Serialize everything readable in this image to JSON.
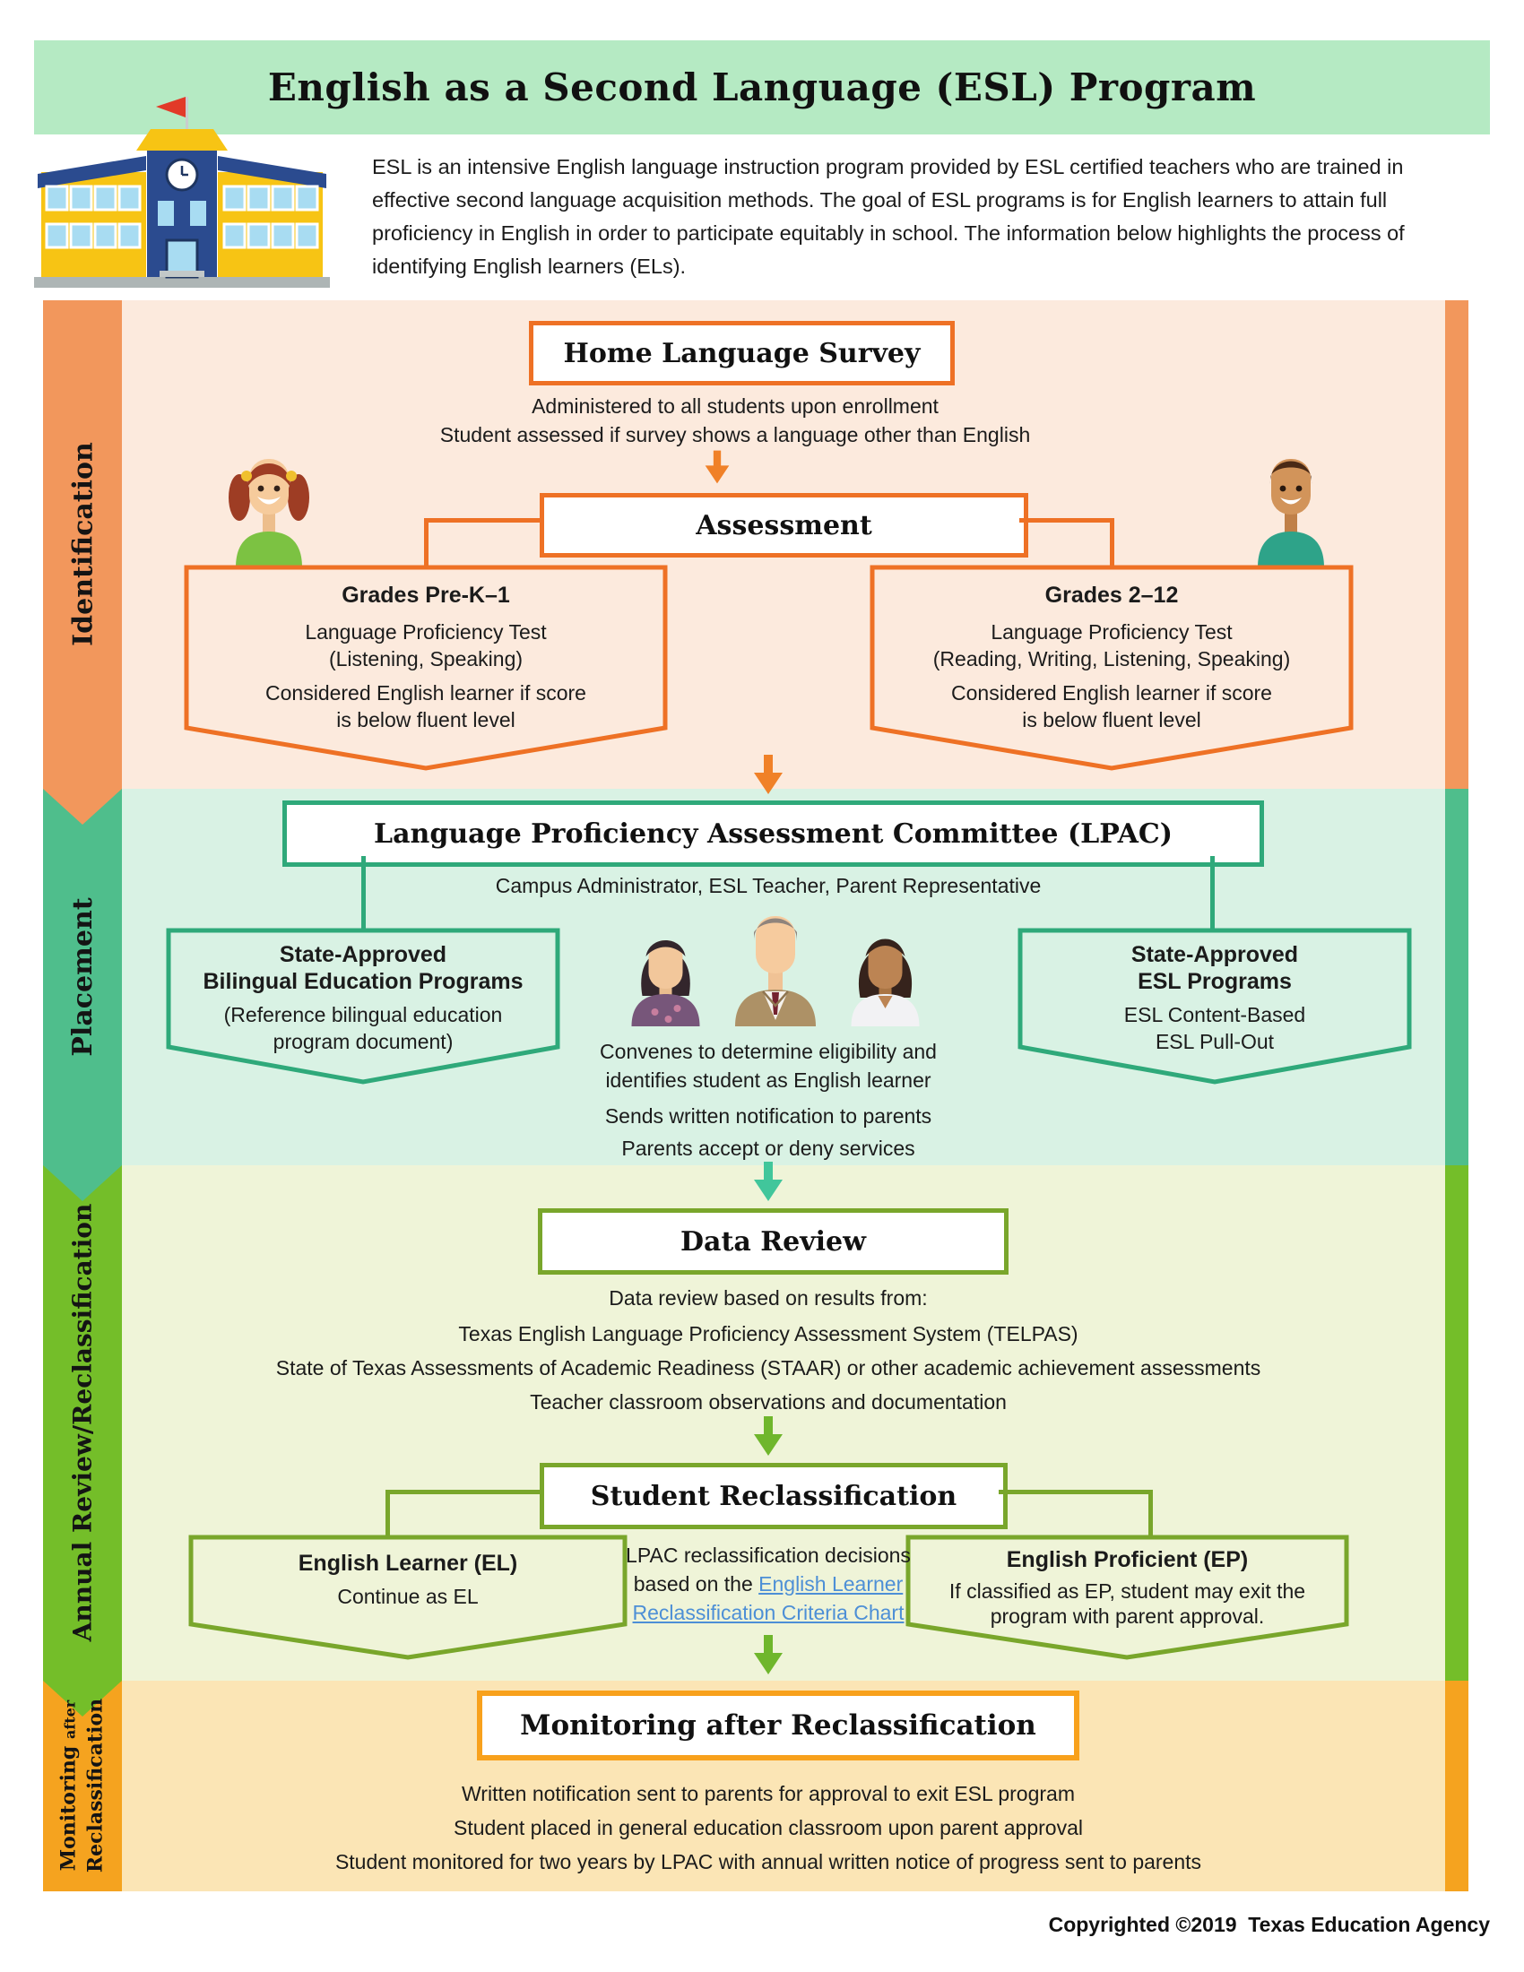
{
  "colors": {
    "header_bg": "#B5EAC3",
    "identification_accent": "#EE7125",
    "identification_sidebar": "#F2975C",
    "identification_bg": "#FCEADD",
    "placement_accent": "#2FA97A",
    "placement_sidebar": "#4FBE8C",
    "placement_bg": "#D9F2E4",
    "annual_accent": "#79A62B",
    "annual_sidebar": "#74BE29",
    "annual_bg": "#EFF4D8",
    "monitoring_accent": "#F8A11C",
    "monitoring_sidebar": "#F5A31F",
    "monitoring_bg": "#FBE5B5",
    "teal_arrow": "#41C69B",
    "link_blue": "#4D8FD6"
  },
  "header": {
    "title": "English as a Second Language (ESL) Program"
  },
  "intro": {
    "text": "ESL is an intensive English language instruction program provided by ESL certified teachers who are trained in effective second language acquisition methods. The goal of ESL programs is for English learners to attain full proficiency in English in order to participate equitably in school. The information below highlights the process of identifying English learners (ELs)."
  },
  "identification": {
    "sidebar_label": "Identification",
    "hls_title": "Home Language Survey",
    "hls_line1": "Administered to all students upon enrollment",
    "hls_line2": "Student assessed if survey shows a language other than English",
    "assessment_title": "Assessment",
    "left": {
      "grade": "Grades Pre-K–1",
      "test": "Language Proficiency Test",
      "skills": "(Listening, Speaking)",
      "note1": "Considered English learner if score",
      "note2": "is below fluent level"
    },
    "right": {
      "grade": "Grades 2–12",
      "test": "Language Proficiency Test",
      "skills": "(Reading, Writing, Listening, Speaking)",
      "note1": "Considered English learner if score",
      "note2": "is below fluent level"
    }
  },
  "placement": {
    "sidebar_label": "Placement",
    "lpac_title": "Language Proficiency Assessment Committee (LPAC)",
    "members": "Campus Administrator, ESL Teacher, Parent Representative",
    "left": {
      "title1": "State-Approved",
      "title2": "Bilingual Education Programs",
      "note1": "(Reference bilingual education",
      "note2": "program document)"
    },
    "right": {
      "title1": "State-Approved",
      "title2": "ESL Programs",
      "note1": "ESL Content-Based",
      "note2": "ESL Pull-Out"
    },
    "convenes1": "Convenes to determine eligibility and",
    "convenes2": "identifies student as English learner",
    "notification": "Sends written notification to parents",
    "accept": "Parents accept or deny services"
  },
  "annual": {
    "sidebar_label": "Annual Review/Reclassification",
    "data_review_title": "Data Review",
    "dr_intro": "Data review based on results from:",
    "dr_line1": "Texas English Language Proficiency Assessment System (TELPAS)",
    "dr_line2": "State of Texas Assessments of Academic Readiness (STAAR) or other academic achievement assessments",
    "dr_line3": "Teacher classroom observations and documentation",
    "sr_title": "Student Reclassification",
    "center_line1": "LPAC reclassification decisions",
    "center_line2_pre": "based on the ",
    "link_line1": "English Learner",
    "link_line2": "Reclassification Criteria Chart",
    "left": {
      "title": "English Learner (EL)",
      "note": "Continue as EL"
    },
    "right": {
      "title": "English Proficient (EP)",
      "note1": "If classified as EP, student may exit the",
      "note2": "program with parent approval."
    }
  },
  "monitoring": {
    "sidebar_word1": "Monitoring",
    "sidebar_word2": "after",
    "sidebar_word3": "Reclassification",
    "box_title": "Monitoring after Reclassification",
    "line1": "Written notification sent to parents for approval to exit ESL program",
    "line2": "Student placed in general education classroom upon parent approval",
    "line3": "Student monitored for two years by LPAC with annual written notice of progress sent to parents"
  },
  "footer": {
    "copyright": "Copyrighted ©2019  Texas Education Agency"
  }
}
